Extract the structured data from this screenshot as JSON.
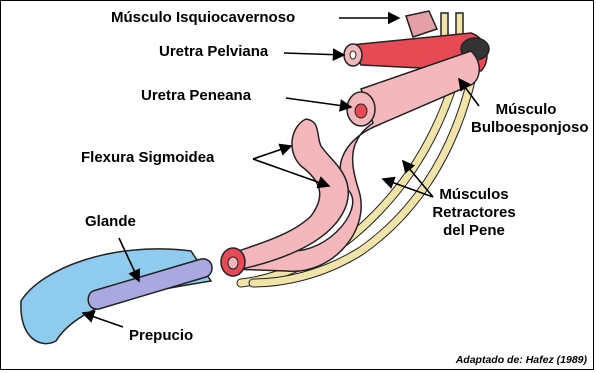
{
  "labels": {
    "isquiocavernoso": "Músculo Isquiocavernoso",
    "uretra_pelviana": "Uretra Pelviana",
    "uretra_peneana": "Uretra Peneana",
    "bulbo_1": "Músculo",
    "bulbo_2": "Bulboesponjoso",
    "flexura": "Flexura Sigmoidea",
    "retract_1": "Músculos",
    "retract_2": "Retractores",
    "retract_3": "del Pene",
    "glande": "Glande",
    "prepucio": "Prepucio"
  },
  "credit": "Adaptado de: Hafez (1989)",
  "colors": {
    "penis_body": "#f4b8bc",
    "pelvic_red": "#e84a55",
    "retractor": "#f1e4a8",
    "glans": "#a9a8e0",
    "prepuce": "#8ecbee",
    "outline": "#222222"
  }
}
